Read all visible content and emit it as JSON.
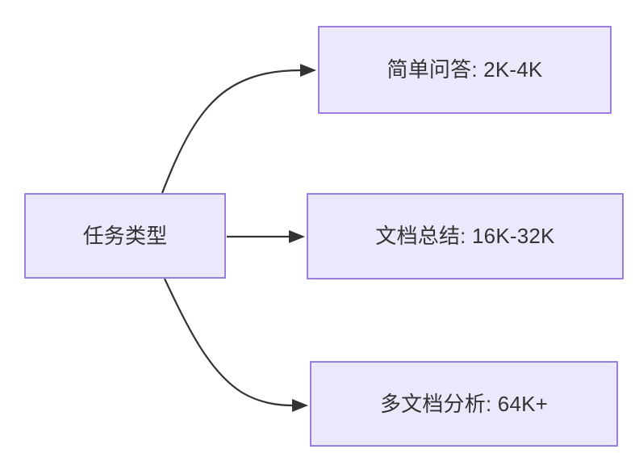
{
  "diagram": {
    "type": "flowchart",
    "direction": "left-to-right",
    "background_color": "#ffffff",
    "node_fill_color": "#ece8fc",
    "node_border_color": "#9a7ddd",
    "edge_color": "#333333",
    "text_color": "#333333",
    "nodes": [
      {
        "id": "source",
        "label": "任务类型"
      },
      {
        "id": "simple_qa",
        "label": "简单问答: 2K-4K"
      },
      {
        "id": "doc_summary",
        "label": "文档总结: 16K-32K"
      },
      {
        "id": "multi_doc",
        "label": "多文档分析: 64K+"
      }
    ],
    "edges": [
      {
        "from": "source",
        "to": "simple_qa",
        "label": "",
        "style": "curved-arrow"
      },
      {
        "from": "source",
        "to": "doc_summary",
        "label": "",
        "style": "straight-arrow"
      },
      {
        "from": "source",
        "to": "multi_doc",
        "label": "",
        "style": "curved-arrow"
      }
    ]
  }
}
